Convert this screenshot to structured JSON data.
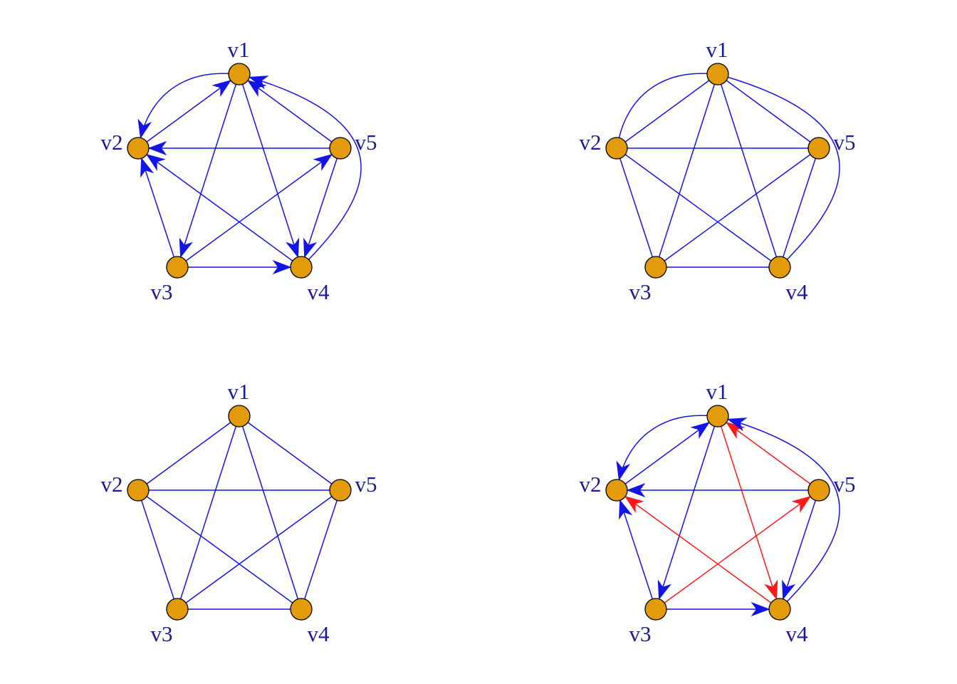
{
  "colors": {
    "edge_blue": "#1414e6",
    "edge_red": "#ff1a1a",
    "node_fill": "#e39b0c",
    "label": "#1b1b8f"
  },
  "panels": [
    {
      "name": "top-left",
      "directed": true,
      "vertices": [
        "v1",
        "v2",
        "v3",
        "v4",
        "v5"
      ],
      "edges": [
        {
          "from": "v1",
          "to": "v2",
          "curved": true,
          "color": "blue"
        },
        {
          "from": "v2",
          "to": "v1",
          "color": "blue"
        },
        {
          "from": "v1",
          "to": "v3",
          "color": "blue"
        },
        {
          "from": "v1",
          "to": "v4",
          "color": "blue"
        },
        {
          "from": "v5",
          "to": "v1",
          "color": "blue"
        },
        {
          "from": "v4",
          "to": "v1",
          "curved": true,
          "color": "blue"
        },
        {
          "from": "v5",
          "to": "v2",
          "color": "blue"
        },
        {
          "from": "v3",
          "to": "v2",
          "color": "blue"
        },
        {
          "from": "v4",
          "to": "v2",
          "color": "blue"
        },
        {
          "from": "v3",
          "to": "v4",
          "color": "blue"
        },
        {
          "from": "v3",
          "to": "v5",
          "color": "blue"
        },
        {
          "from": "v5",
          "to": "v4",
          "color": "blue"
        }
      ]
    },
    {
      "name": "top-right",
      "directed": false,
      "vertices": [
        "v1",
        "v2",
        "v3",
        "v4",
        "v5"
      ],
      "edges": [
        {
          "from": "v1",
          "to": "v2",
          "curved": true,
          "color": "blue"
        },
        {
          "from": "v2",
          "to": "v1",
          "color": "blue"
        },
        {
          "from": "v1",
          "to": "v3",
          "color": "blue"
        },
        {
          "from": "v1",
          "to": "v4",
          "color": "blue"
        },
        {
          "from": "v5",
          "to": "v1",
          "color": "blue"
        },
        {
          "from": "v4",
          "to": "v1",
          "curved": true,
          "color": "blue"
        },
        {
          "from": "v5",
          "to": "v2",
          "color": "blue"
        },
        {
          "from": "v3",
          "to": "v2",
          "color": "blue"
        },
        {
          "from": "v4",
          "to": "v2",
          "color": "blue"
        },
        {
          "from": "v3",
          "to": "v4",
          "color": "blue"
        },
        {
          "from": "v3",
          "to": "v5",
          "color": "blue"
        },
        {
          "from": "v5",
          "to": "v4",
          "color": "blue"
        }
      ]
    },
    {
      "name": "bottom-left",
      "directed": false,
      "vertices": [
        "v1",
        "v2",
        "v3",
        "v4",
        "v5"
      ],
      "edges": [
        {
          "from": "v1",
          "to": "v2",
          "color": "blue"
        },
        {
          "from": "v1",
          "to": "v3",
          "color": "blue"
        },
        {
          "from": "v1",
          "to": "v4",
          "color": "blue"
        },
        {
          "from": "v1",
          "to": "v5",
          "color": "blue"
        },
        {
          "from": "v2",
          "to": "v3",
          "color": "blue"
        },
        {
          "from": "v2",
          "to": "v4",
          "color": "blue"
        },
        {
          "from": "v2",
          "to": "v5",
          "color": "blue"
        },
        {
          "from": "v3",
          "to": "v4",
          "color": "blue"
        },
        {
          "from": "v3",
          "to": "v5",
          "color": "blue"
        },
        {
          "from": "v4",
          "to": "v5",
          "color": "blue"
        }
      ]
    },
    {
      "name": "bottom-right",
      "directed": true,
      "vertices": [
        "v1",
        "v2",
        "v3",
        "v4",
        "v5"
      ],
      "edges": [
        {
          "from": "v1",
          "to": "v2",
          "curved": true,
          "color": "blue"
        },
        {
          "from": "v2",
          "to": "v1",
          "color": "blue"
        },
        {
          "from": "v1",
          "to": "v3",
          "color": "blue"
        },
        {
          "from": "v1",
          "to": "v4",
          "color": "red"
        },
        {
          "from": "v5",
          "to": "v1",
          "color": "red"
        },
        {
          "from": "v4",
          "to": "v1",
          "curved": true,
          "color": "blue"
        },
        {
          "from": "v5",
          "to": "v2",
          "color": "blue"
        },
        {
          "from": "v3",
          "to": "v2",
          "color": "blue"
        },
        {
          "from": "v4",
          "to": "v2",
          "color": "red"
        },
        {
          "from": "v3",
          "to": "v4",
          "color": "blue"
        },
        {
          "from": "v3",
          "to": "v5",
          "color": "red"
        },
        {
          "from": "v5",
          "to": "v4",
          "color": "blue"
        }
      ]
    }
  ]
}
